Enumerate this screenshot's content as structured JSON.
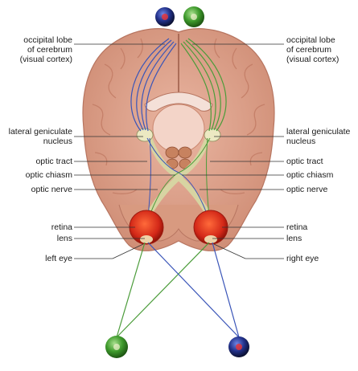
{
  "labels_left": {
    "occipital_1": "occipital lobe",
    "occipital_2": "of cerebrum",
    "occipital_3": "(visual cortex)",
    "lgn_1": "lateral geniculate",
    "lgn_2": "nucleus",
    "optic_tract": "optic tract",
    "optic_chiasm": "optic chiasm",
    "optic_nerve": "optic nerve",
    "retina": "retina",
    "lens": "lens",
    "eye": "left eye"
  },
  "labels_right": {
    "occipital_1": "occipital lobe",
    "occipital_2": "of cerebrum",
    "occipital_3": "(visual cortex)",
    "lgn_1": "lateral geniculate",
    "lgn_2": "nucleus",
    "optic_tract": "optic tract",
    "optic_chiasm": "optic chiasm",
    "optic_nerve": "optic nerve",
    "retina": "retina",
    "lens": "lens",
    "eye": "right eye"
  },
  "colors": {
    "brain": "#e3a892",
    "brain_dark": "#c98770",
    "ventricle": "#f6dcd3",
    "brainstem": "#d69a7a",
    "nerve": "#d8d6a4",
    "eyeball": "#d32818",
    "blue_path": "#3a55b8",
    "green_path": "#4b9c3a",
    "leader": "#333333"
  }
}
